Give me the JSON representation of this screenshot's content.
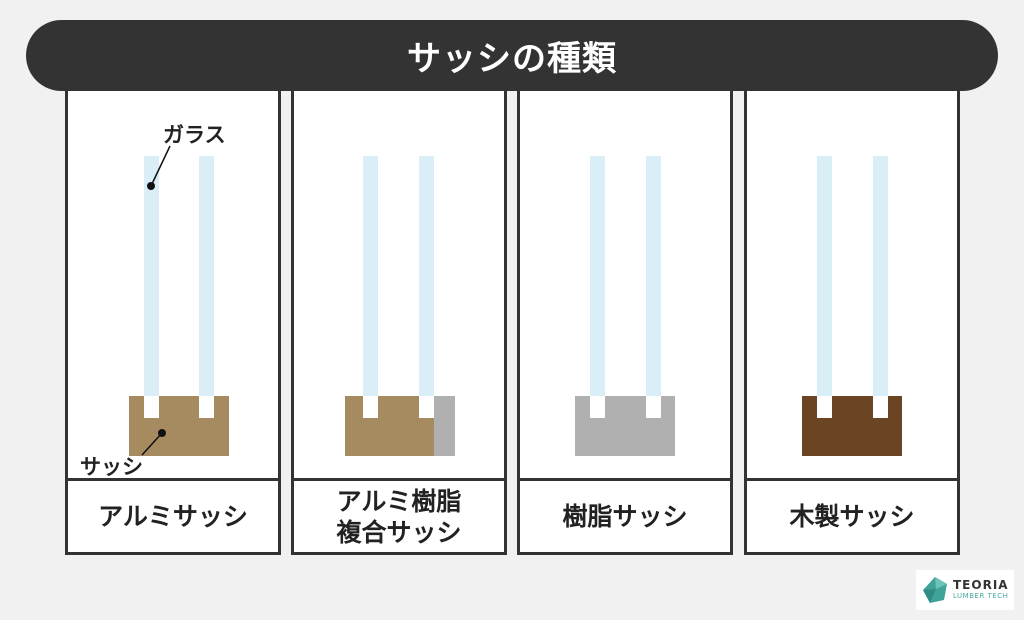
{
  "title": "サッシの種類",
  "glass_label": "ガラス",
  "sash_label": "サッシ",
  "panels": [
    {
      "caption": "アルミサッシ",
      "material": "aluminum",
      "sash_color": "#a68a60"
    },
    {
      "caption": "アルミ樹脂\n複合サッシ",
      "material": "aluminum-resin composite",
      "sash_color": "#a68a60",
      "inner_color": "#b0b0b0"
    },
    {
      "caption": "樹脂サッシ",
      "material": "resin",
      "sash_color": "#b0b0b0"
    },
    {
      "caption": "木製サッシ",
      "material": "wood",
      "sash_color": "#6b4423"
    }
  ],
  "colors": {
    "glass": "#daeef7",
    "title_bar": "#333333",
    "background": "#f1f1f1"
  },
  "logo": {
    "name": "TEORIA",
    "sub": "LUMBER TECH"
  }
}
